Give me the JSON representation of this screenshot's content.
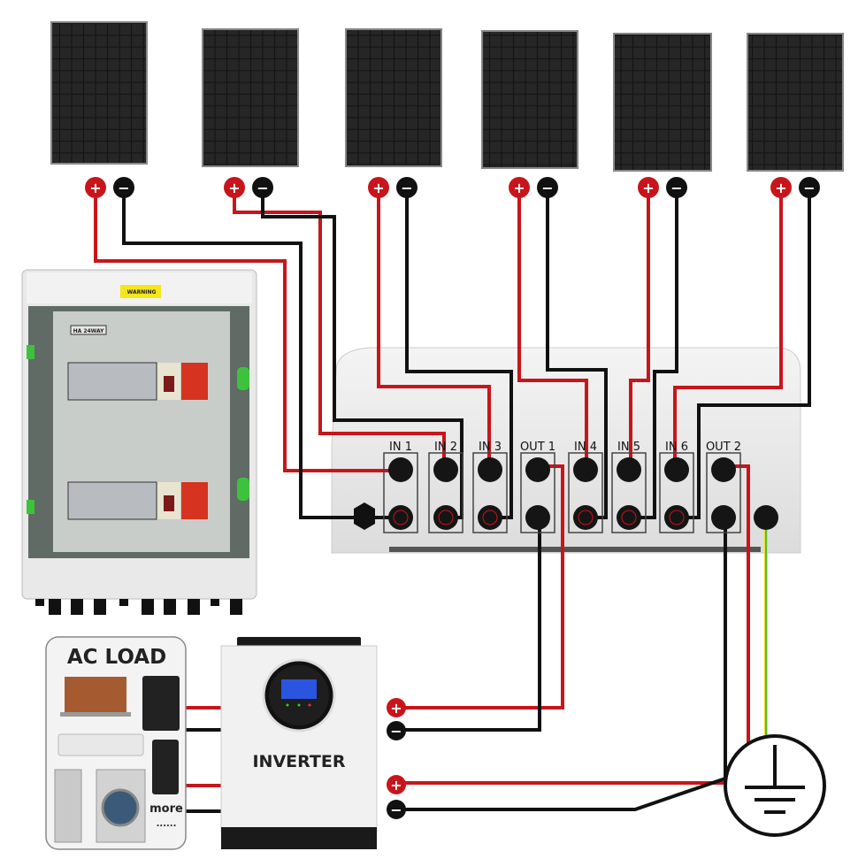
{
  "diagram": {
    "panels_count": 6,
    "terminal_plus": "+",
    "terminal_minus": "−",
    "combiner_inputs": [
      "IN 1",
      "IN 2",
      "IN 3",
      "OUT 1",
      "IN 4",
      "IN 5",
      "IN 6",
      "OUT 2"
    ],
    "distribution_box": {
      "warning_label": "WARNING",
      "model_label": "HA 24WAY"
    },
    "inverter": {
      "label": "INVERTER"
    },
    "ac_load": {
      "title": "AC LOAD",
      "more_label": "more",
      "ellipsis": "......"
    },
    "ground_symbol": "ground-icon"
  },
  "colors": {
    "positive_wire": "#c8151b",
    "negative_wire": "#111111",
    "ground_wire": "#9acd32",
    "panel": "#1a1a1a"
  }
}
